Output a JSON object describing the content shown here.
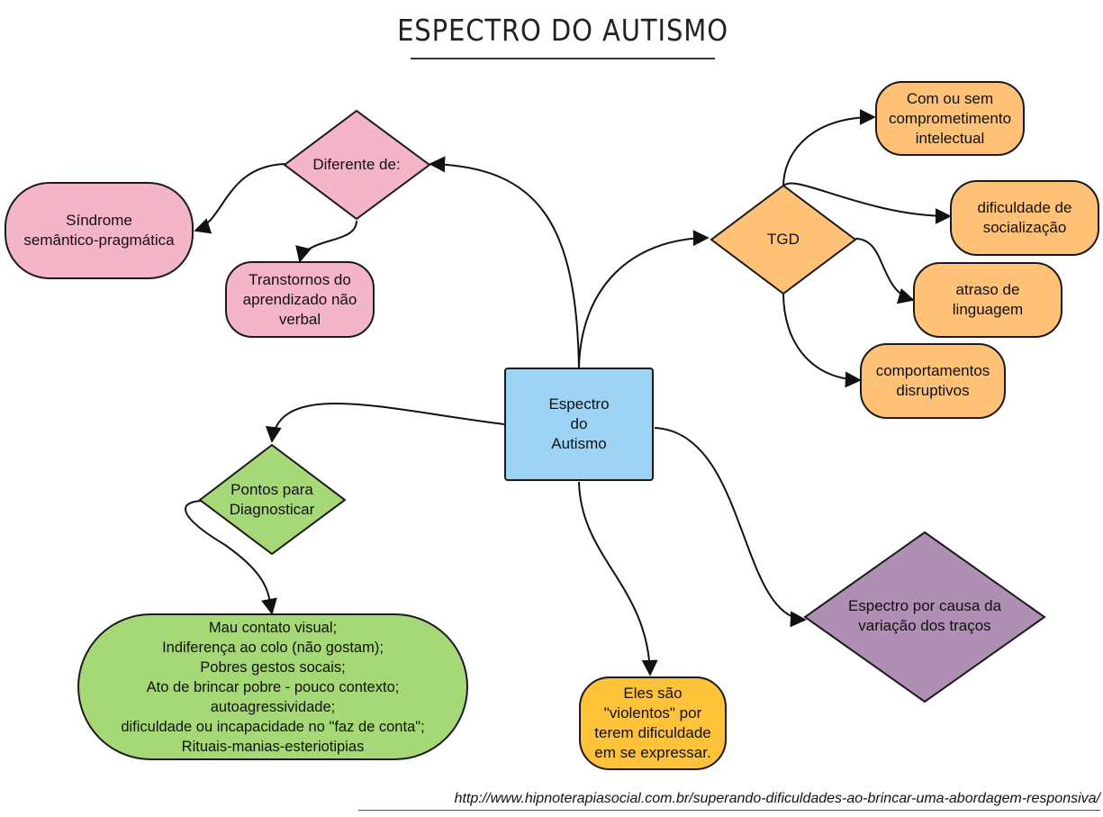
{
  "title": "ESPECTRO DO AUTISMO",
  "colors": {
    "center": "#9ED3F4",
    "pink": "#F4B5C8",
    "orange": "#FFC175",
    "green": "#A6D877",
    "purple": "#B08FB4",
    "yellow": "#FFC239",
    "stroke": "#1a1a1a"
  },
  "nodes": {
    "center": "Espectro\ndo\nAutismo",
    "diferente": "Diferente de:",
    "sindrome": "Síndrome\nsemântico-pragmática",
    "transtornos": "Transtornos do\naprendizado não\nverbal",
    "tgd": "TGD",
    "comprometimento": "Com ou sem\ncomprometimento\nintelectual",
    "socializacao": "dificuldade de\nsocialização",
    "linguagem": "atraso de\nlinguagem",
    "comportamentos": "comportamentos\ndisruptivos",
    "pontos": "Pontos para\nDiagnosticar",
    "sintomas": "Mau contato visual;\nIndiferença ao colo (não gostam);\nPobres gestos socais;\nAto de brincar pobre - pouco contexto;\nautoagressividade;\ndificuldade ou incapacidade no \"faz de conta\";\nRituais-manias-esteriotipias",
    "violentos": "Eles são\n\"violentos\" por\nterem dificuldade\nem se expressar.",
    "variacao": "Espectro por causa da\nvariação dos traços"
  },
  "source_url": "http://www.hipnoterapiasocial.com.br/superando-dificuldades-ao-brincar-uma-abordagem-responsiva/"
}
